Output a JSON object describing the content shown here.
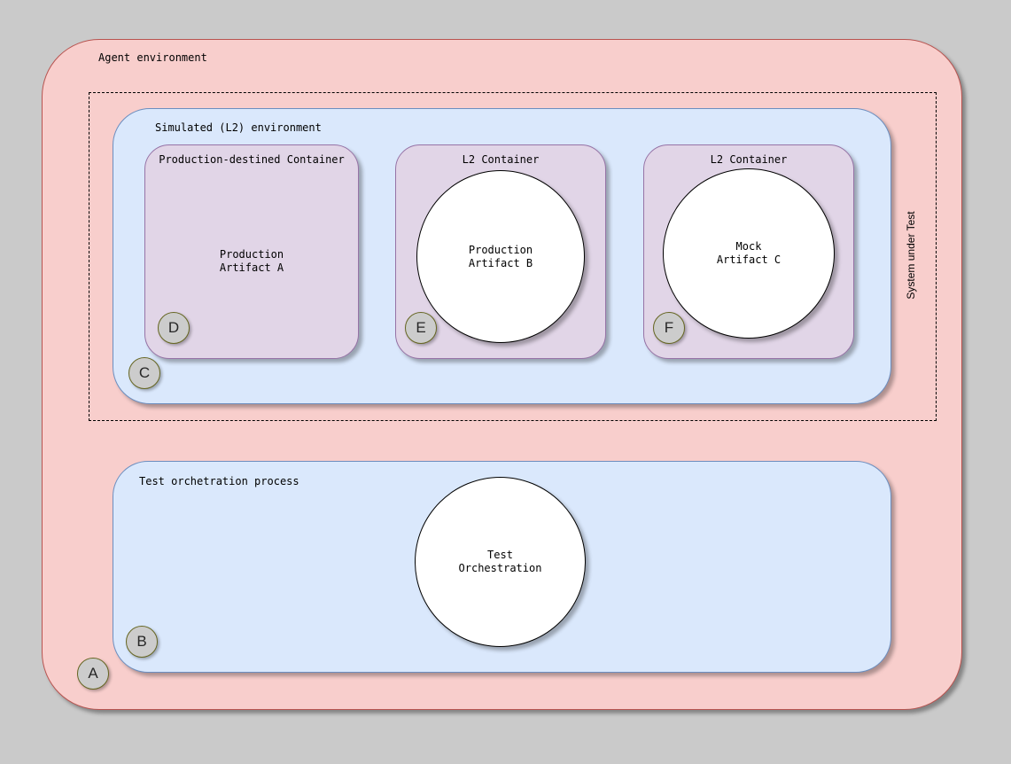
{
  "colors": {
    "background": "#cacaca",
    "agent_env_fill": "#f8cecc",
    "agent_env_stroke": "#b85450",
    "sim_env_fill": "#dae8fc",
    "sim_env_stroke": "#6c8ebf",
    "container_fill": "#e1d5e7",
    "container_stroke": "#9673a6",
    "artifact_fill": "#ffffff",
    "artifact_stroke": "#000000",
    "badge_fill": "#cccccc",
    "badge_stroke": "#666622"
  },
  "agent_environment": {
    "label": "Agent environment",
    "badge": "A"
  },
  "system_under_test": {
    "label": "System under Test"
  },
  "simulated_env": {
    "label": "Simulated (L2) environment",
    "badge": "C"
  },
  "containers": [
    {
      "title": "Production-destined Container",
      "artifact": "Production\nArtifact A",
      "badge": "D",
      "artifact_shape": "rectangle-text"
    },
    {
      "title": "L2 Container",
      "artifact": "Production\nArtifact B",
      "badge": "E",
      "artifact_shape": "circle"
    },
    {
      "title": "L2 Container",
      "artifact": "Mock\nArtifact C",
      "badge": "F",
      "artifact_shape": "circle"
    }
  ],
  "orchestration": {
    "label": "Test orchetration process",
    "artifact": "Test\nOrchestration",
    "badge": "B"
  }
}
